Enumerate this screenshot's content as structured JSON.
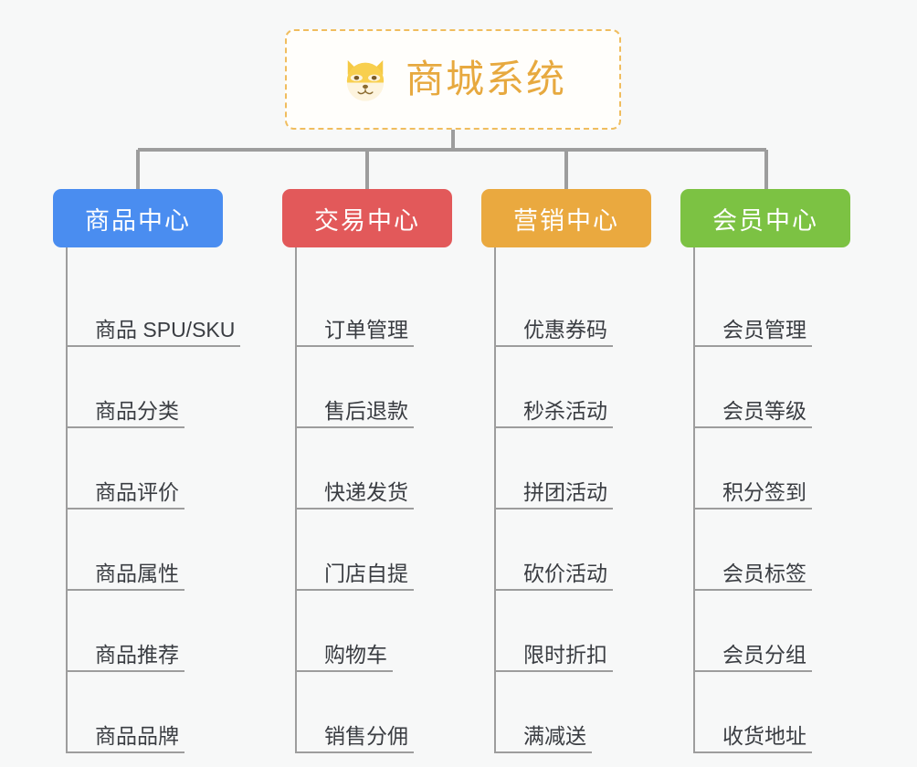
{
  "page": {
    "background_color": "#f7f8f8",
    "connector_color": "#9d9d9d"
  },
  "root": {
    "title": "商城系统",
    "icon": "shiba-dog-icon",
    "text_color": "#e7a93f",
    "border_color": "#f0bd5e",
    "background_color": "#fffefb"
  },
  "branches": [
    {
      "label": "商品中心",
      "color": "#4a8df0",
      "items": [
        "商品 SPU/SKU",
        "商品分类",
        "商品评价",
        "商品属性",
        "商品推荐",
        "商品品牌"
      ]
    },
    {
      "label": "交易中心",
      "color": "#e2595a",
      "items": [
        "订单管理",
        "售后退款",
        "快递发货",
        "门店自提",
        "购物车",
        "销售分佣"
      ]
    },
    {
      "label": "营销中心",
      "color": "#eaa93f",
      "items": [
        "优惠券码",
        "秒杀活动",
        "拼团活动",
        "砍价活动",
        "限时折扣",
        "满减送"
      ]
    },
    {
      "label": "会员中心",
      "color": "#7cc243",
      "items": [
        "会员管理",
        "会员等级",
        "积分签到",
        "会员标签",
        "会员分组",
        "收货地址"
      ]
    }
  ]
}
